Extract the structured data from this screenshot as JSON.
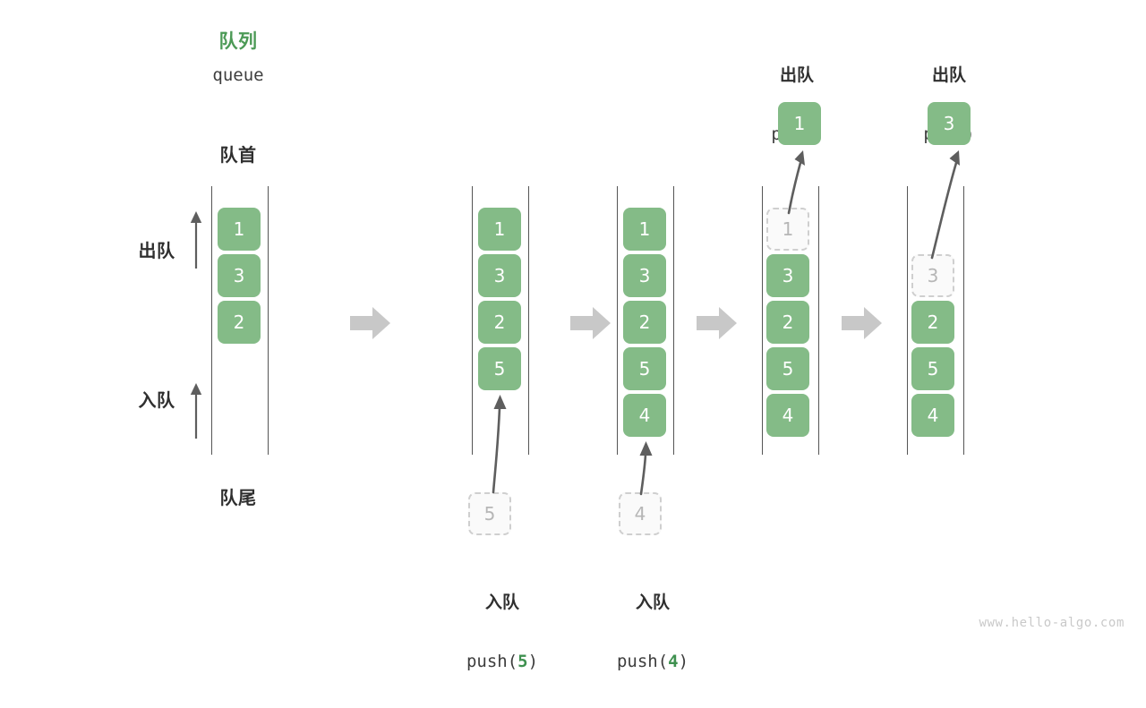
{
  "diagram": {
    "title_cn": "队列",
    "title_en": "queue",
    "front_label": "队首",
    "back_label": "队尾",
    "dequeue_label": "出队",
    "enqueue_label": "入队",
    "watermark": "www.hello-algo.com",
    "colors": {
      "cell_fill": "#84bb87",
      "cell_text": "#ffffff",
      "ghost_fill": "#fafafa",
      "ghost_border": "#cfcfcf",
      "ghost_text": "#b6b6b6",
      "title_green": "#4c9a56",
      "rail": "#555555",
      "flow_arrow": "#c8c8c8",
      "motion_arrow": "#5e5e5e",
      "text": "#2f2f2f"
    }
  },
  "panels": [
    {
      "id": "panel-initial",
      "cells": [
        {
          "value": "1",
          "state": "solid",
          "slot": 0
        },
        {
          "value": "3",
          "state": "solid",
          "slot": 1
        },
        {
          "value": "2",
          "state": "solid",
          "slot": 2
        }
      ]
    },
    {
      "id": "panel-push-5",
      "cells": [
        {
          "value": "1",
          "state": "solid",
          "slot": 0
        },
        {
          "value": "3",
          "state": "solid",
          "slot": 1
        },
        {
          "value": "2",
          "state": "solid",
          "slot": 2
        },
        {
          "value": "5",
          "state": "solid",
          "slot": 3
        }
      ],
      "incoming": {
        "value": "5",
        "state": "ghost"
      },
      "op_cn": "入队",
      "op_code_prefix": "push(",
      "op_code_value": "5",
      "op_code_suffix": ")"
    },
    {
      "id": "panel-push-4",
      "cells": [
        {
          "value": "1",
          "state": "solid",
          "slot": 0
        },
        {
          "value": "3",
          "state": "solid",
          "slot": 1
        },
        {
          "value": "2",
          "state": "solid",
          "slot": 2
        },
        {
          "value": "5",
          "state": "solid",
          "slot": 3
        },
        {
          "value": "4",
          "state": "solid",
          "slot": 4
        }
      ],
      "incoming": {
        "value": "4",
        "state": "ghost"
      },
      "op_cn": "入队",
      "op_code_prefix": "push(",
      "op_code_value": "4",
      "op_code_suffix": ")"
    },
    {
      "id": "panel-pop-1",
      "cells": [
        {
          "value": "1",
          "state": "ghost",
          "slot": 0
        },
        {
          "value": "3",
          "state": "solid",
          "slot": 1
        },
        {
          "value": "2",
          "state": "solid",
          "slot": 2
        },
        {
          "value": "5",
          "state": "solid",
          "slot": 3
        },
        {
          "value": "4",
          "state": "solid",
          "slot": 4
        }
      ],
      "popped": {
        "value": "1",
        "state": "solid"
      },
      "op_cn": "出队",
      "op_code": "pop()"
    },
    {
      "id": "panel-pop-3",
      "cells": [
        {
          "value": "3",
          "state": "ghost",
          "slot": 1
        },
        {
          "value": "2",
          "state": "solid",
          "slot": 2
        },
        {
          "value": "5",
          "state": "solid",
          "slot": 3
        },
        {
          "value": "4",
          "state": "solid",
          "slot": 4
        }
      ],
      "popped": {
        "value": "3",
        "state": "solid"
      },
      "op_cn": "出队",
      "op_code": "pop()"
    }
  ]
}
